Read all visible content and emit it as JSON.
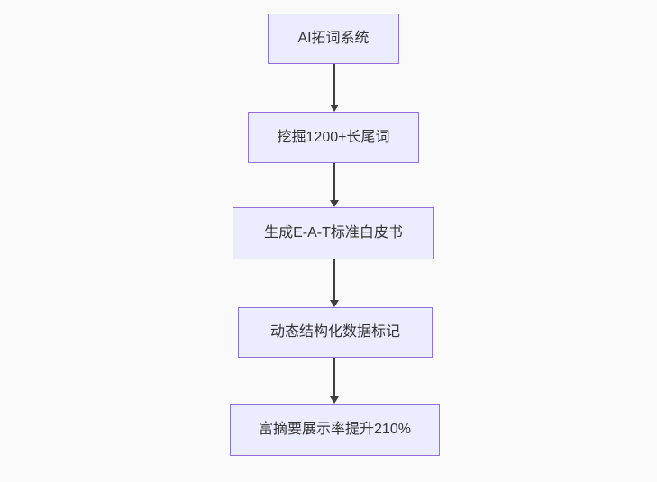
{
  "diagram": {
    "type": "flowchart-top-down",
    "nodes": [
      {
        "label": "AI拓词系统"
      },
      {
        "label": "挖掘1200+长尾词"
      },
      {
        "label": "生成E-A-T标准白皮书"
      },
      {
        "label": "动态结构化数据标记"
      },
      {
        "label": "富摘要展示率提升210%"
      }
    ],
    "connections": [
      {
        "from": 0,
        "to": 1
      },
      {
        "from": 1,
        "to": 2
      },
      {
        "from": 2,
        "to": 3
      },
      {
        "from": 3,
        "to": 4
      }
    ],
    "colors": {
      "node_fill": "#ececff",
      "node_border": "#9370db",
      "arrow": "#3d3d3d",
      "text": "#333333",
      "background": "#fafafa"
    }
  }
}
